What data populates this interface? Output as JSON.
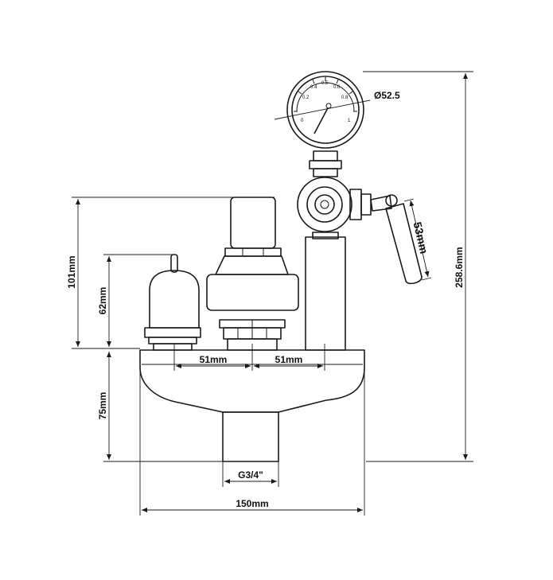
{
  "dimensions": {
    "total_height": "258.6mm",
    "gauge_diameter": "Ø52.5",
    "handle_length": "53mm",
    "upper_height": "101mm",
    "valve_height": "62mm",
    "base_height": "75mm",
    "spacing_left": "51mm",
    "spacing_right": "51mm",
    "thread": "G3/4\"",
    "width": "150mm"
  },
  "gauge": {
    "scale_labels": [
      "0",
      "0.2",
      "0.4",
      "0.5",
      "0.6",
      "0.8",
      "1"
    ]
  }
}
